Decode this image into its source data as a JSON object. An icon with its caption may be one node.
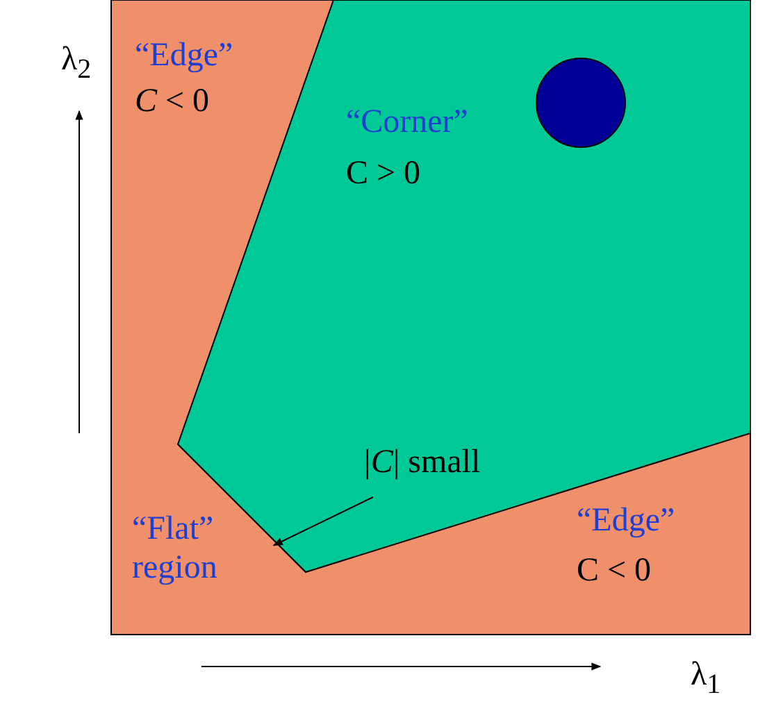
{
  "diagram": {
    "nodes": [
      {
        "text": [
          "|*C*| small"
        ]
      },
      {
        "text": [
          "“Flat” region"
        ]
      }
    ],
    "edges": [
      {
        "from": 0,
        "to": 1,
        "arrow": "to"
      }
    ],
    "labels": [
      "“Edge”",
      "*C* < 0",
      "“Corner”",
      "C > 0",
      "“Edge”",
      "C < 0",
      "λ$_{2}$",
      "λ$_{1}$"
    ]
  }
}
